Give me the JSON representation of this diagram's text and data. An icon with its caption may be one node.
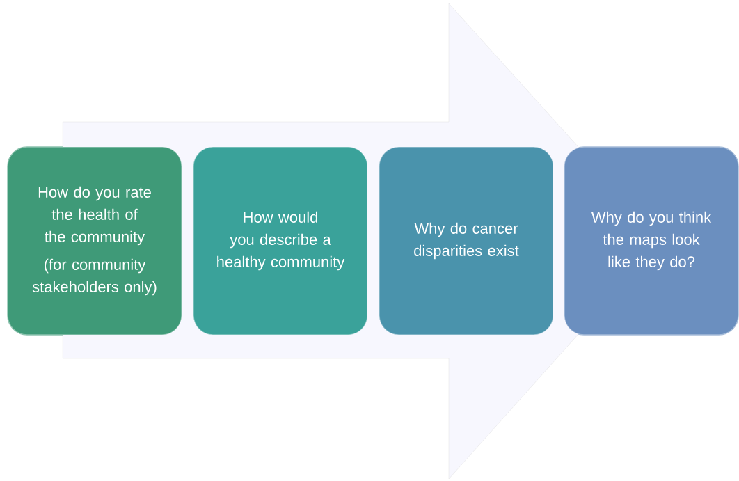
{
  "diagram": {
    "nodes": [
      {
        "text": [
          "How do you rate the health of the community",
          "(for community stakeholders only)"
        ]
      },
      {
        "text": [
          "How would you describe a healthy community"
        ]
      },
      {
        "text": [
          "Why do cancer disparities exist"
        ]
      },
      {
        "text": [
          "Why do you think the maps look like they do?"
        ]
      }
    ],
    "edges": [
      {
        "from": 0,
        "to": 3,
        "arrow": "to"
      }
    ]
  }
}
